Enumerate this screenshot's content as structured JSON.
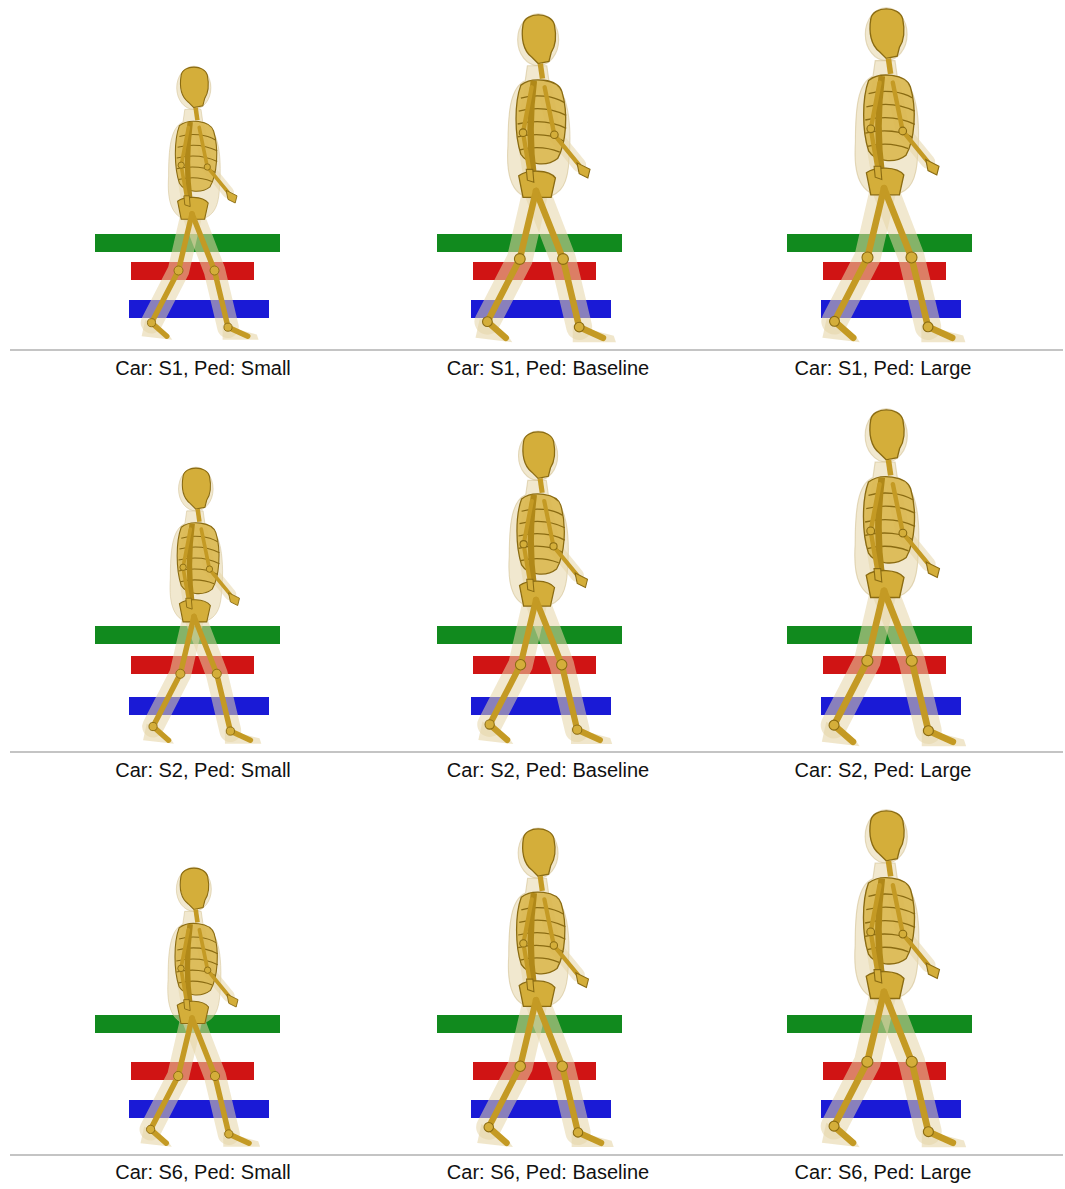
{
  "diagram": {
    "labels": [
      "Car: S1, Ped: Small",
      "Car: S1, Ped: Baseline",
      "Car: S1, Ped: Large",
      "Car: S2, Ped: Small",
      "Car: S2, Ped: Baseline",
      "Car: S2, Ped: Large",
      "Car: S6, Ped: Small",
      "Car: S6, Ped: Baseline",
      "Car: S6, Ped: Large"
    ]
  }
}
